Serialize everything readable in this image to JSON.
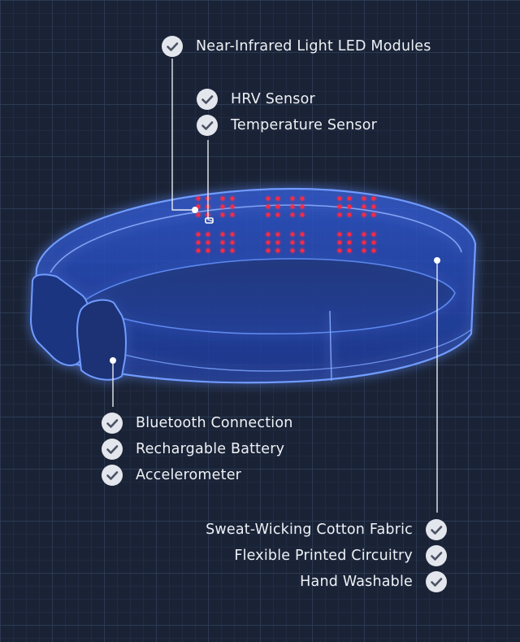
{
  "features": {
    "top": [
      {
        "label": "Near-Infrared Light LED Modules",
        "icon": "check-circle-icon"
      }
    ],
    "sensors": [
      {
        "label": "HRV Sensor",
        "icon": "check-circle-icon"
      },
      {
        "label": "Temperature Sensor",
        "icon": "check-circle-icon"
      }
    ],
    "module": [
      {
        "label": "Bluetooth Connection",
        "icon": "check-circle-icon"
      },
      {
        "label": "Rechargable Battery",
        "icon": "check-circle-icon"
      },
      {
        "label": "Accelerometer",
        "icon": "check-circle-icon"
      }
    ],
    "fabric": [
      {
        "label": "Sweat-Wicking Cotton Fabric",
        "icon": "check-circle-icon"
      },
      {
        "label": "Flexible Printed Circuitry",
        "icon": "check-circle-icon"
      },
      {
        "label": "Hand Washable",
        "icon": "check-circle-icon"
      }
    ]
  },
  "colors": {
    "background": "#1a2336",
    "grid": "#2b3a56",
    "band_glow": "#3d6dff",
    "band_edge": "#6f9bff",
    "led": "#ff2a43",
    "check_bg": "#e3e6ec",
    "check_mark": "#4a5263",
    "text": "#eef1f6"
  }
}
